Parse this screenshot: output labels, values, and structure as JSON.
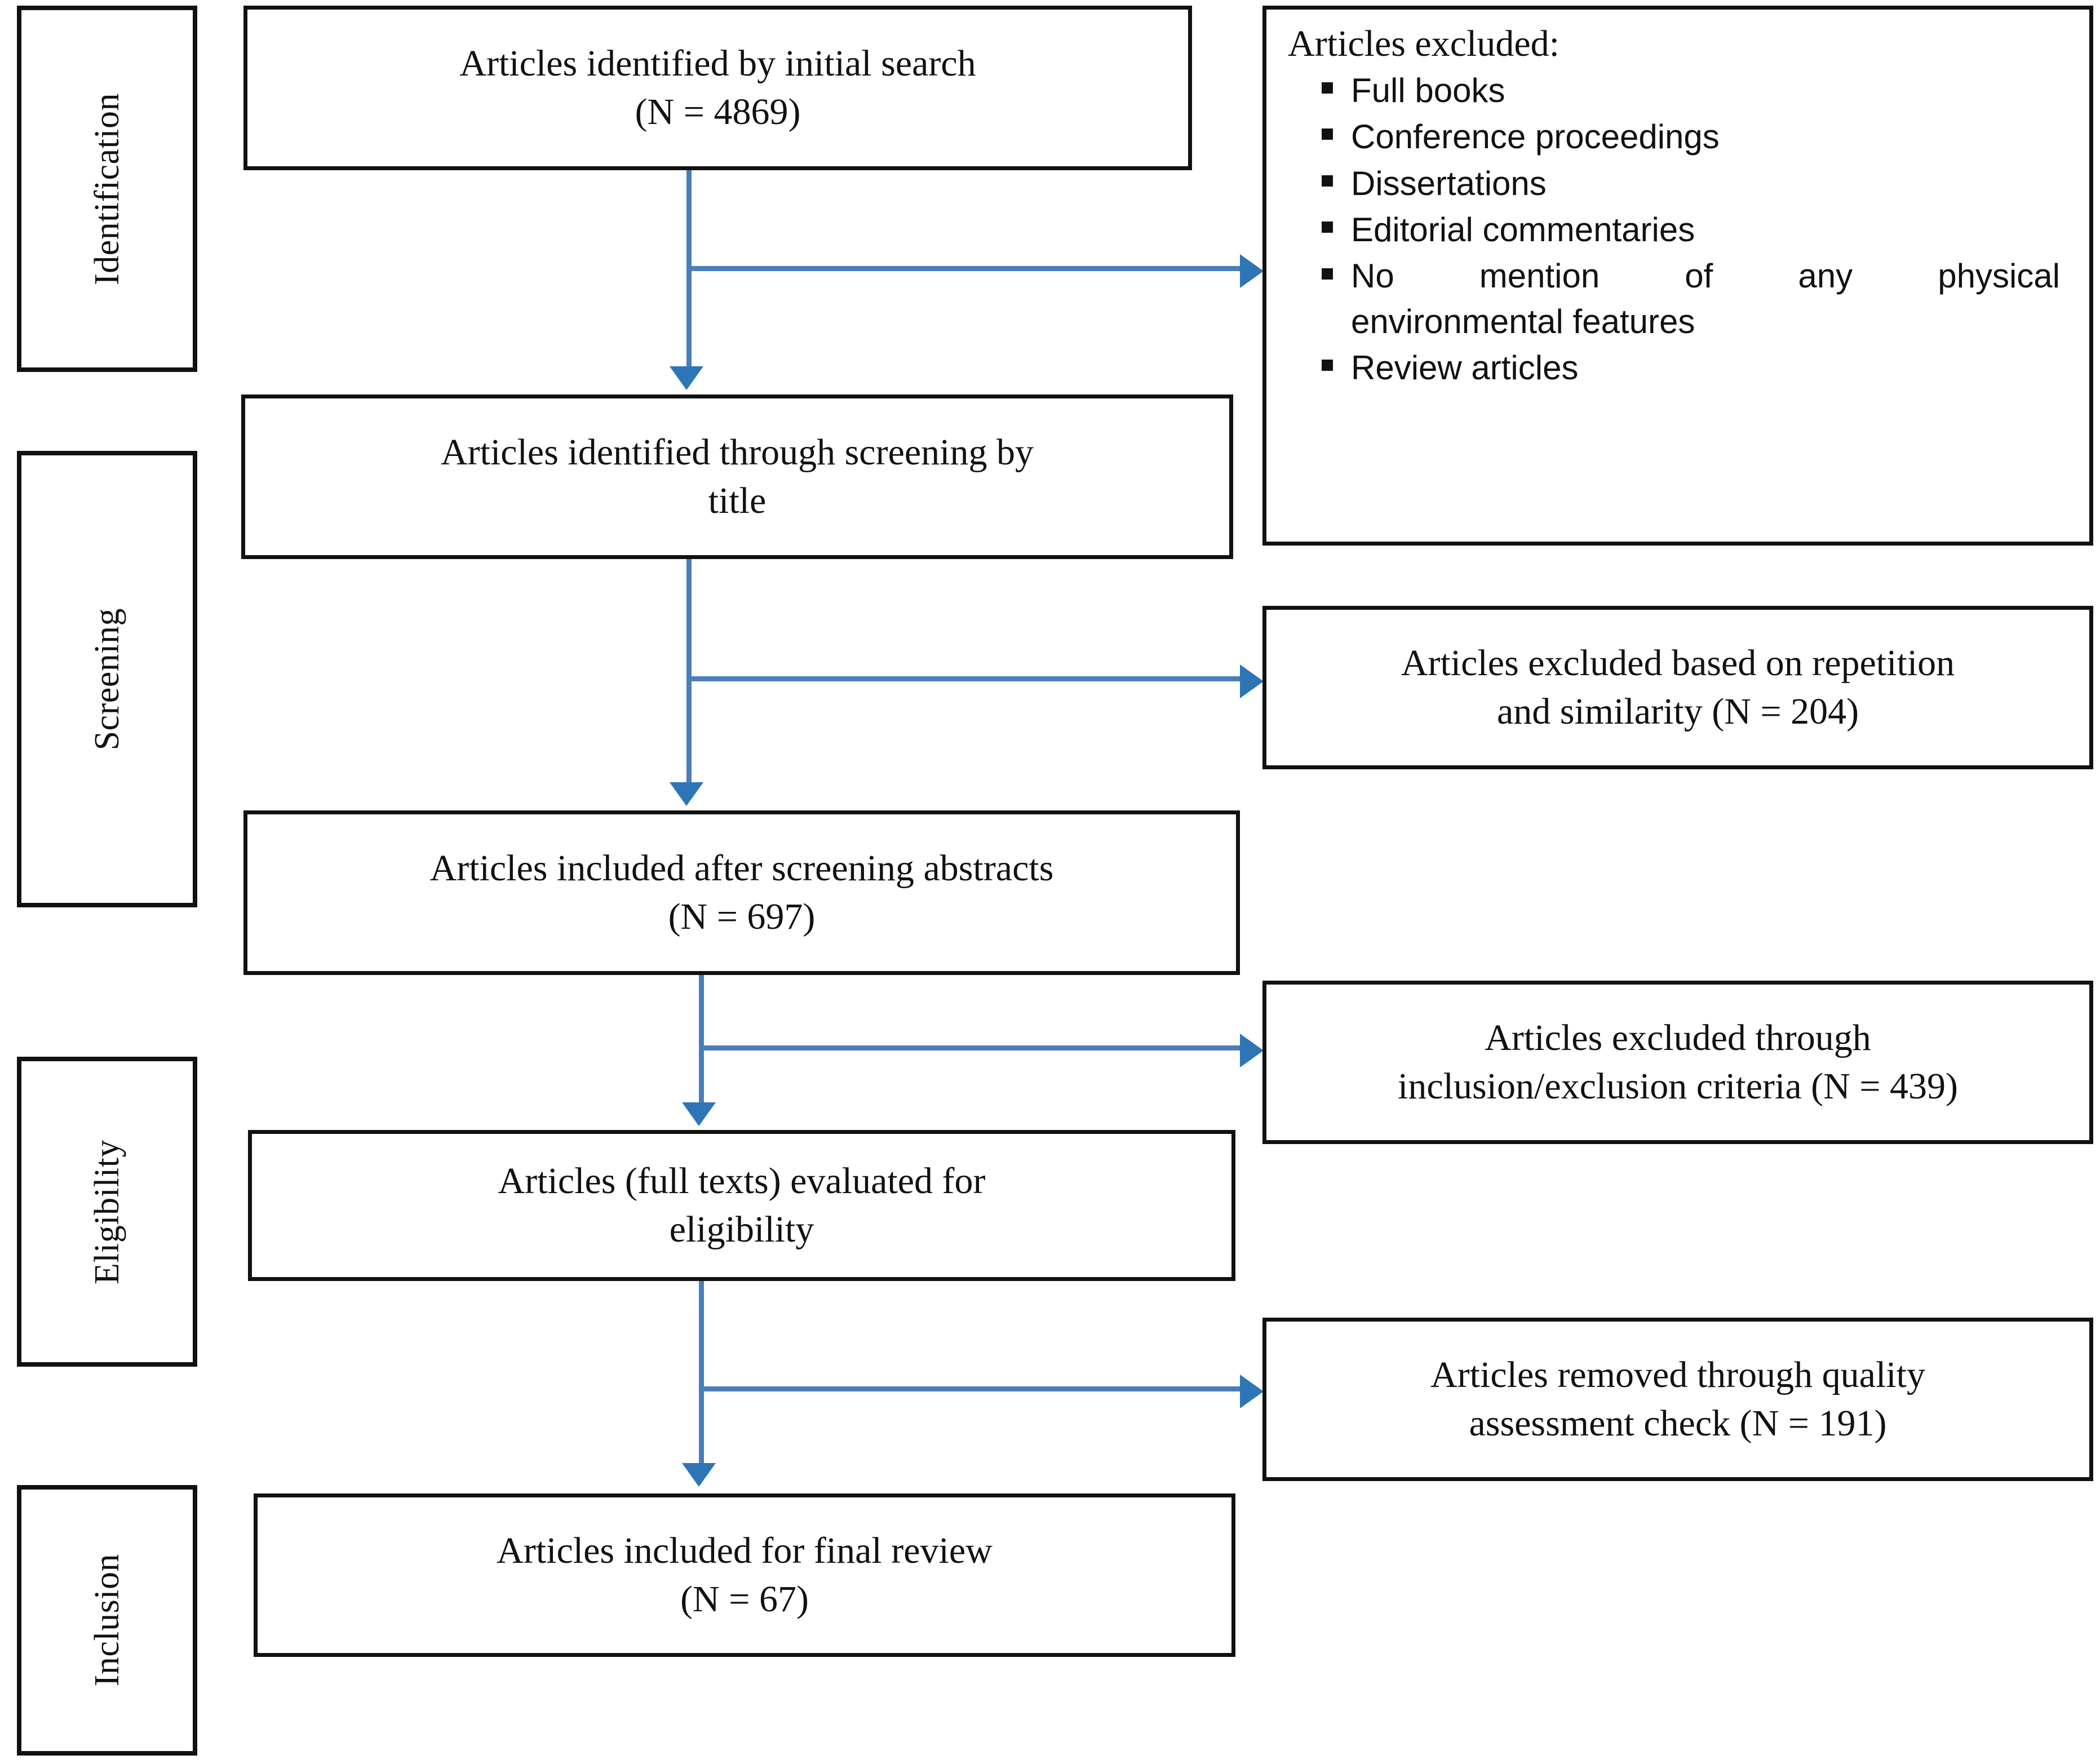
{
  "diagram": {
    "title": "PRISMA article selection flow diagram",
    "accent_color": "#4A7EBB",
    "arrowhead_color": "#2E75B6",
    "border_color": "#111111"
  },
  "stages": [
    {
      "label": "Identification"
    },
    {
      "label": "Screening"
    },
    {
      "label": "Eligibility"
    },
    {
      "label": "Inclusion"
    }
  ],
  "flow": [
    {
      "line1": "Articles identified by initial search",
      "line2": "(N = 4869)",
      "count": 4869
    },
    {
      "line1": "Articles identified through screening by",
      "line2": "title",
      "count": null
    },
    {
      "line1": "Articles included after screening abstracts",
      "line2": "(N = 697)",
      "count": 697
    },
    {
      "line1": "Articles (full texts) evaluated for",
      "line2": "eligibility",
      "count": null
    },
    {
      "line1": "Articles included for final review",
      "line2": "(N = 67)",
      "count": 67
    }
  ],
  "exclusion_box": {
    "title": "Articles excluded:",
    "items": [
      "Full books",
      "Conference proceedings",
      "Dissertations",
      "Editorial commentaries",
      "No mention of any physical environmental features",
      "Review articles"
    ],
    "item_5_line_a": "No mention of any physical",
    "item_5_line_b": "environmental features"
  },
  "notes": [
    {
      "line1": "Articles excluded based on repetition",
      "line2": "and similarity (N = 204)",
      "count": 204
    },
    {
      "line1": "Articles excluded through",
      "line2": "inclusion/exclusion criteria (N = 439)",
      "count": 439
    },
    {
      "line1": "Articles removed through quality",
      "line2": "assessment check (N = 191)",
      "count": 191
    }
  ]
}
